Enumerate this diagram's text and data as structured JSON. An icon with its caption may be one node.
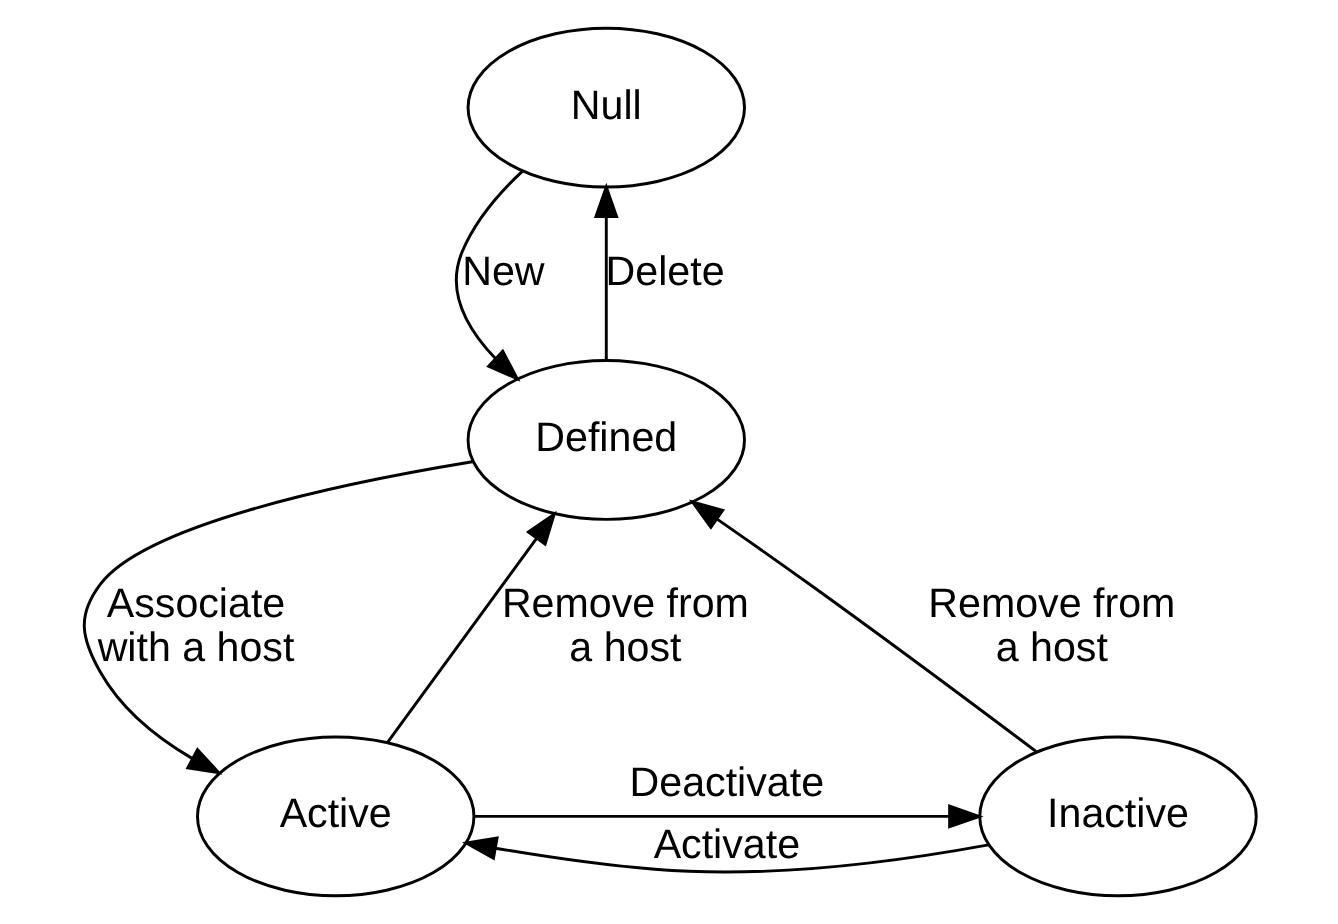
{
  "diagram": {
    "nodes": [
      {
        "text": [
          "Null"
        ]
      },
      {
        "text": [
          "Defined"
        ]
      },
      {
        "text": [
          "Inactive"
        ]
      },
      {
        "text": [
          "Active"
        ]
      }
    ],
    "edges": [
      {
        "from": 1,
        "to": 0,
        "arrow": "to",
        "label": "Delete"
      },
      {
        "from": 0,
        "to": 1,
        "arrow": "to",
        "label": "New"
      },
      {
        "from": 2,
        "to": 1,
        "arrow": "to",
        "label": "Remove from a host"
      },
      {
        "from": 1,
        "to": 3,
        "arrow": "to",
        "label": "Associate with a host"
      },
      {
        "from": 3,
        "to": 1,
        "arrow": "to",
        "label": "Remove from a host"
      },
      {
        "from": 2,
        "to": 3,
        "arrow": "to",
        "label": "Activate"
      },
      {
        "from": 3,
        "to": 2,
        "arrow": "to",
        "label": "Deactivate"
      }
    ]
  }
}
